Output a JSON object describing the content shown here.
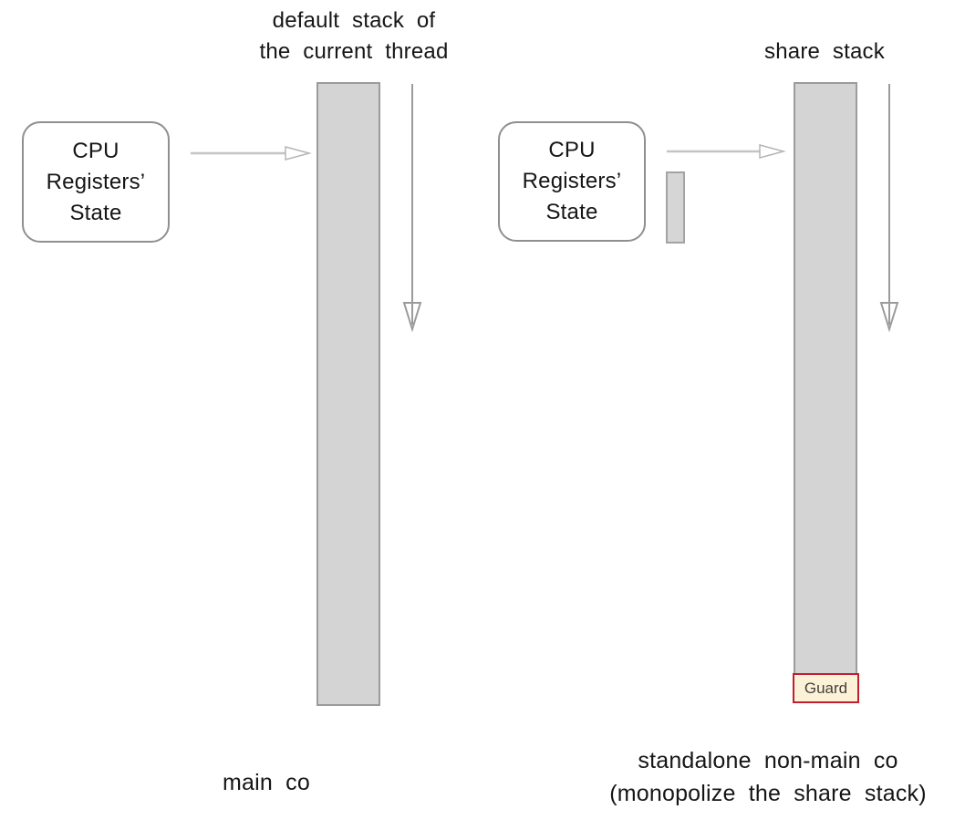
{
  "left_panel": {
    "title_line1": "default stack of",
    "title_line2": "the current thread",
    "cpu_box_line1": "CPU",
    "cpu_box_line2": "Registers’",
    "cpu_box_line3": "State",
    "caption": "main co"
  },
  "right_panel": {
    "title": "share stack",
    "cpu_box_line1": "CPU",
    "cpu_box_line2": "Registers’",
    "cpu_box_line3": "State",
    "guard_label": "Guard",
    "caption_line1": "standalone non-main co",
    "caption_line2": "(monopolize the share stack)"
  },
  "colors": {
    "stack_fill": "#d4d4d4",
    "stack_border": "#9b9b9b",
    "cpu_box_border": "#8f8f8f",
    "arrow_dark": "#9b9b9b",
    "arrow_light": "#c4c4c4",
    "guard_border": "#c01f2f",
    "guard_fill": "#fcf2d8",
    "text": "#161616"
  }
}
